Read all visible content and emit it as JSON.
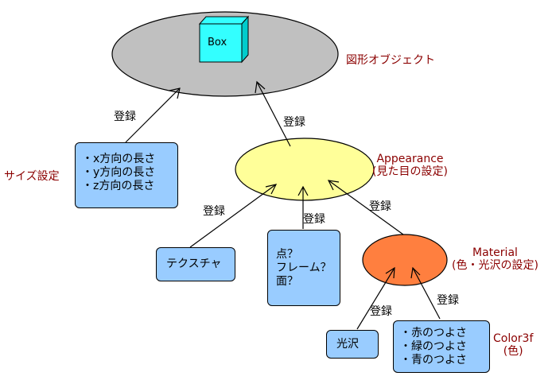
{
  "object": {
    "label": "図形オブジェクト",
    "box_label": "Box"
  },
  "appearance": {
    "label_line1": "Appearance",
    "label_line2": "(見た目の設定)"
  },
  "material": {
    "label_line1": "Material",
    "label_line2": "(色・光沢の設定)"
  },
  "size": {
    "label": "サイズ設定",
    "items": [
      "x方向の長さ",
      "y方向の長さ",
      "z方向の長さ"
    ]
  },
  "texture": {
    "label": "テクスチャ"
  },
  "render_mode": {
    "lines": [
      "点？",
      "フレーム？",
      "面？"
    ]
  },
  "gloss": {
    "label": "光沢"
  },
  "color": {
    "label_line1": "Color3f",
    "label_line2": "(色)",
    "items": [
      "赤のつよさ",
      "緑のつよさ",
      "青のつよさ"
    ]
  },
  "edges": {
    "size_to_object": "登録",
    "appearance_to_object": "登録",
    "texture_to_appearance": "登録",
    "render_to_appearance": "登録",
    "material_to_appearance": "登録",
    "gloss_to_material": "登録",
    "color_to_material": "登録"
  },
  "colors": {
    "object_fill": "#c0c0c0",
    "appearance_fill": "#ffff99",
    "material_fill": "#ff7f3f",
    "box_fill": "#99ccff",
    "cube_front": "#33ffff",
    "label_red": "#8b0000"
  }
}
